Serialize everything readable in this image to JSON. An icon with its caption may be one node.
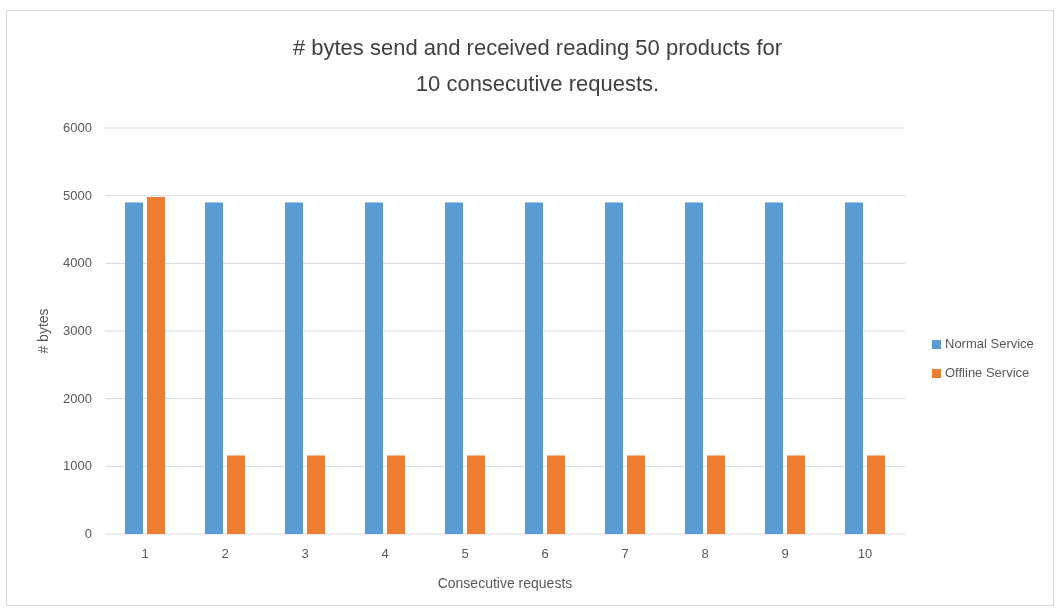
{
  "diagram": {
    "chart_data": {
      "type": "bar",
      "title": "# bytes send and received reading 50 products for 10 consecutive requests.",
      "xlabel": "Consecutive requests",
      "ylabel": "# bytes",
      "categories": [
        "1",
        "2",
        "3",
        "4",
        "5",
        "6",
        "7",
        "8",
        "9",
        "10"
      ],
      "series": [
        {
          "name": "Normal Service",
          "color": "#5b9bd5",
          "values": [
            4900,
            4900,
            4900,
            4900,
            4900,
            4900,
            4900,
            4900,
            4900,
            4900
          ]
        },
        {
          "name": "Offline Service",
          "color": "#ed7d31",
          "values": [
            4980,
            1160,
            1160,
            1160,
            1160,
            1160,
            1160,
            1160,
            1160,
            1160
          ]
        }
      ],
      "grid": true,
      "legend": "right",
      "ylim": [
        0,
        6000
      ],
      "yticks": [
        0,
        1000,
        2000,
        3000,
        4000,
        5000,
        6000
      ]
    }
  }
}
